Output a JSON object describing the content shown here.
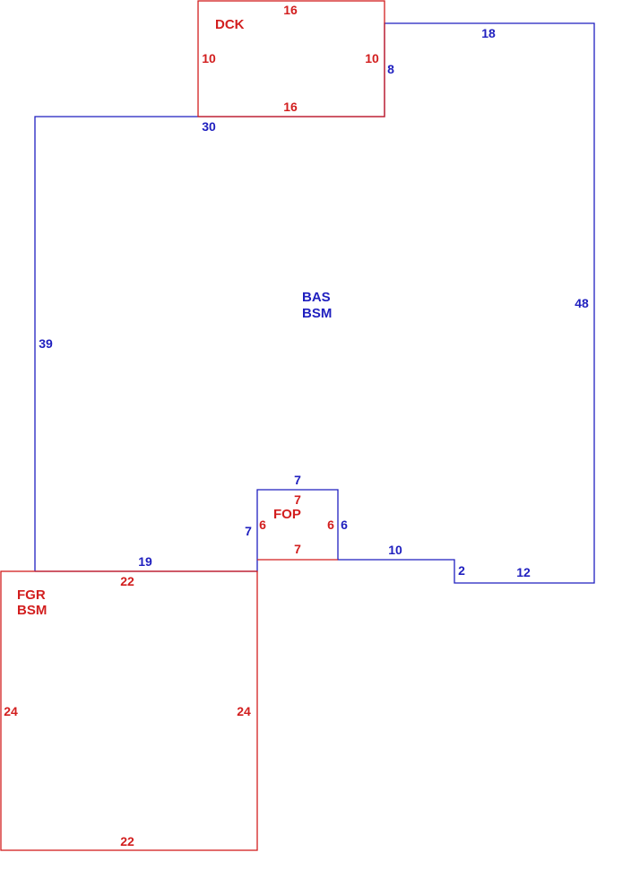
{
  "colors": {
    "main": "#1f1fbf",
    "sub": "#d21e1e"
  },
  "areas": {
    "bas": {
      "code": "BAS",
      "sub": "BSM"
    },
    "fgr": {
      "code": "FGR",
      "sub": "BSM"
    },
    "dck": {
      "code": "DCK"
    },
    "fop": {
      "code": "FOP"
    }
  },
  "dims": {
    "bas": {
      "top_right": "18",
      "right": "48",
      "bottom_right": "12",
      "step": "2",
      "mid_bottom": "10",
      "notch_right": "6",
      "notch_top": "7",
      "notch_left": "7",
      "bottom_left": "19",
      "left": "39",
      "top_left": "30",
      "jog": "8"
    },
    "dck": {
      "top": "16",
      "left": "10",
      "right": "10",
      "bottom": "16"
    },
    "fop": {
      "top": "7",
      "left": "6",
      "right": "6",
      "bottom": "7"
    },
    "fgr": {
      "top": "22",
      "left": "24",
      "right": "24",
      "bottom": "22"
    }
  }
}
